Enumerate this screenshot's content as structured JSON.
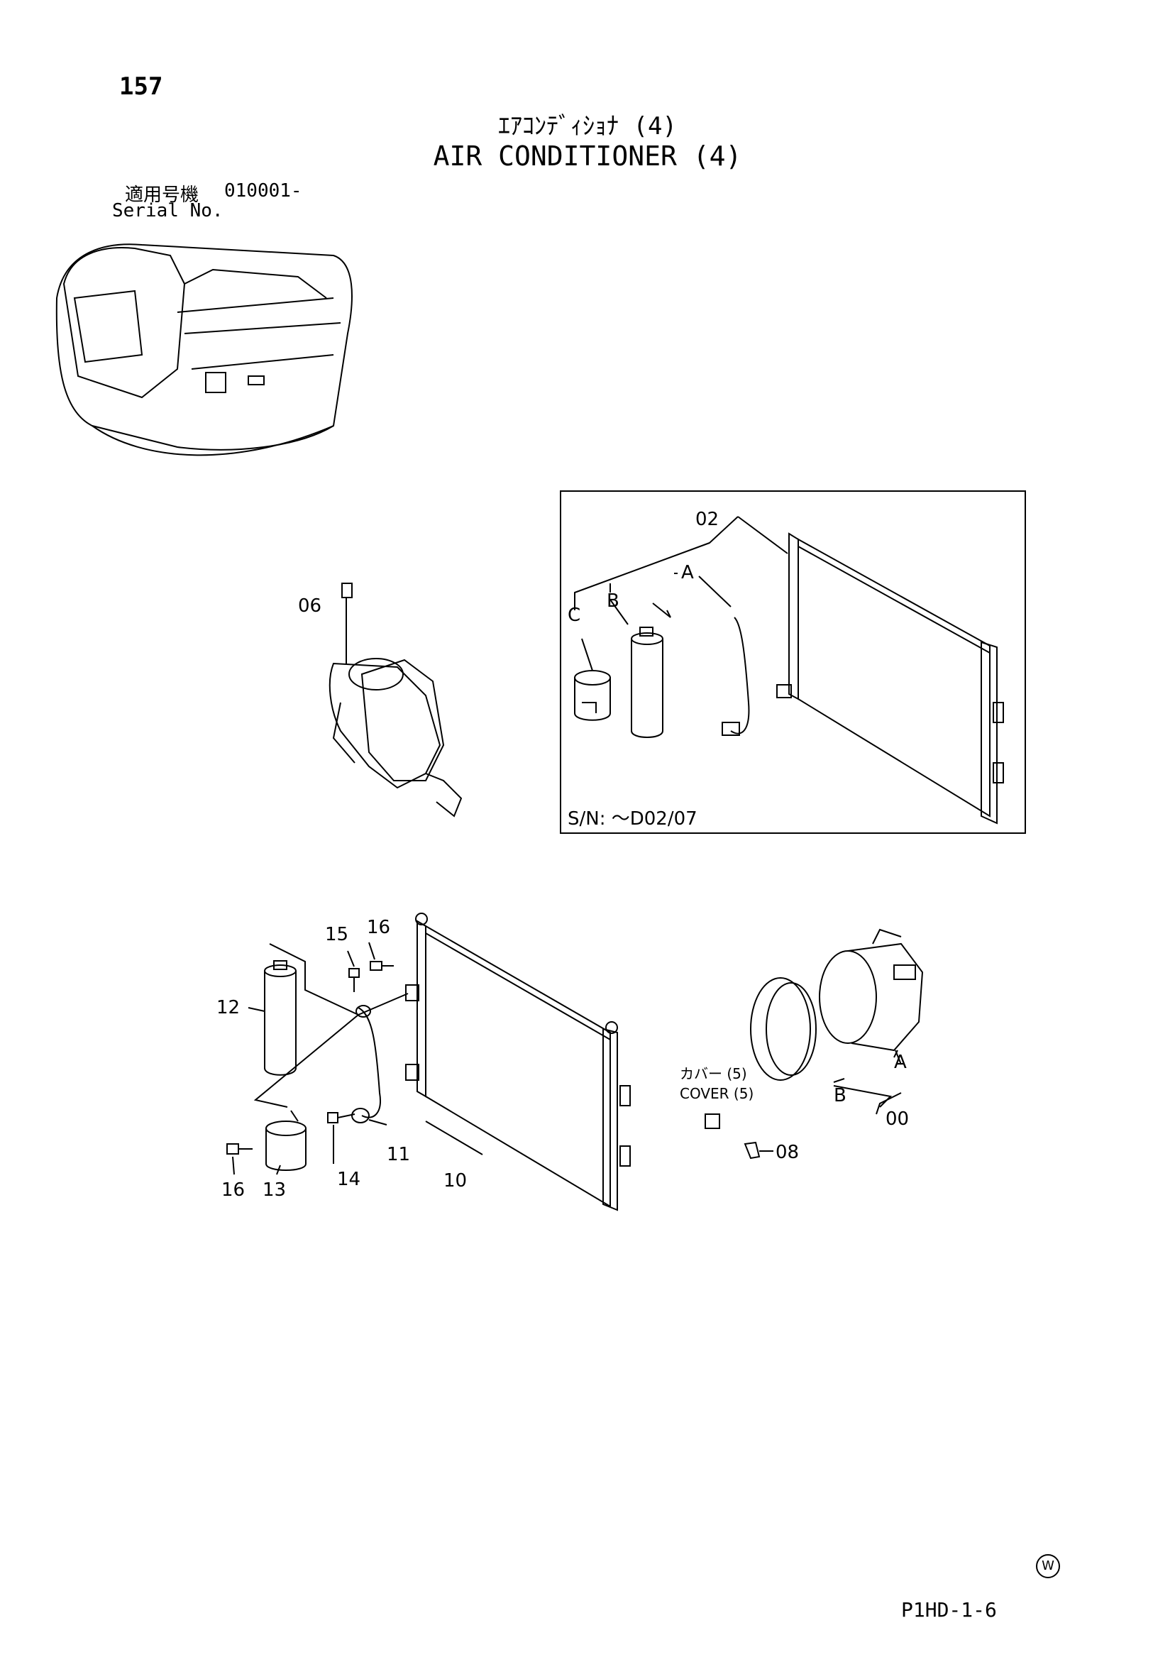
{
  "page_number": "157",
  "title_jp": "ｴｱｺﾝﾃﾞｨｼｮﾅ (4)",
  "title_en": "AIR CONDITIONER (4)",
  "serial": {
    "label_jp": "適用号機",
    "label_en": "Serial No.",
    "value": "010001-"
  },
  "inset": {
    "sn_text": "S/N: ～D02/07"
  },
  "cover_note": {
    "jp": "カバー (5)",
    "en": "COVER (5)"
  },
  "callouts": {
    "c02": "02",
    "c06": "06",
    "A1": "A",
    "B1": "B",
    "C1": "C",
    "c15": "15",
    "c16a": "16",
    "c12": "12",
    "c11": "11",
    "c10": "10",
    "c14": "14",
    "c16b": "16",
    "c13": "13",
    "c08": "08",
    "c00": "00",
    "A2": "A",
    "B2": "B"
  },
  "footer_code": "P1HD-1-6",
  "watermark_symbol": "W"
}
